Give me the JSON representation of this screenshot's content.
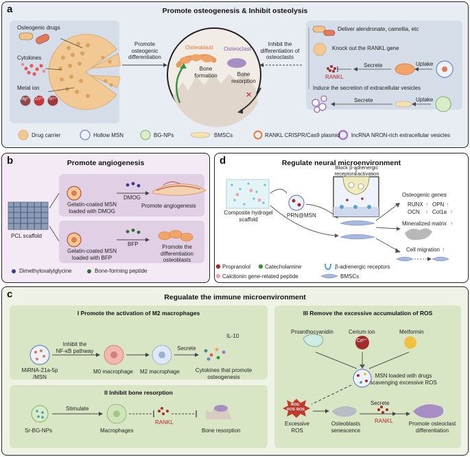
{
  "panel_a": {
    "letter": "a",
    "title": "Promote osteogenesis & Inhibit osteolysis",
    "left_labels": [
      "Osteogenic drugs",
      "Cytokines",
      "Metal ion"
    ],
    "ions": [
      "Mg²⁺",
      "Zn²⁺",
      "Sr²⁺"
    ],
    "arrow_left": "Promote\nosteogenic\ndifferentiation",
    "arrow_right": "Inhibit the\ndifferentiation of\nosteoclasts",
    "osteoblast": "Osteoblast",
    "osteoclast": "Osteoclast",
    "bone_formation": "Bone\nformation",
    "bone_resorption": "Bone\nresorption",
    "right_items": [
      "Deliver alendronate, camellia, etc",
      "Knock out the RANKL gene",
      "Induce the secretion of extracellular vesicles"
    ],
    "secrete": "Secrete",
    "uptake": "Uptake",
    "rankl": "RANKL",
    "legend": [
      "Drug carrier",
      "Hollow MSN",
      "BG-NPs",
      "BMSCs",
      "RANKL CRISPR/Cas9 plasmid",
      "lncRNA NRON-rich extracellular vesicles"
    ]
  },
  "panel_b": {
    "letter": "b",
    "title": "Promote angiogenesis",
    "scaffold": "PCL scaffold",
    "top_carrier": "Gelatin-coated MSN\nloaded with DMOG",
    "top_drug": "DMOG",
    "top_result": "Promote angiogenesis",
    "bottom_carrier": "Gelatin-coated MSN\nloaded with BFP",
    "bottom_drug": "BFP",
    "bottom_result": "Promote the\ndifferentiation\nosteoblasts",
    "legend": [
      "Dimethyloxalylglycine",
      "Bone-forming peptide"
    ]
  },
  "panel_d": {
    "letter": "d",
    "title": "Regulate neural microenvironment",
    "block_label": "Block β-adrenergic\nreceptors activation",
    "hydrogel": "Composite hydrogel\nscaffold",
    "prn": "PRN@MSN",
    "osteogenic_genes": "Osteogenic genes",
    "genes": [
      "RUNX",
      "OPN",
      "OCN",
      "Col1a"
    ],
    "mineralized": "Mineralized matrix",
    "migration": "Cell migration",
    "legend": [
      "Propranolol",
      "Catecholamine",
      "β-adrenergic receptors",
      "Calcitonin gene-related peptide",
      "BMSCs"
    ]
  },
  "panel_c": {
    "letter": "c",
    "title": "Regualate the immune microenvironment",
    "sub1_title": "I Promote the activation of M2 macrophages",
    "mirna": "MiRNA-21a-5p\n/MSN",
    "inhibit_nfkb": "Inhibit the\nNF-κB pathway",
    "m0": "M0 macrophage",
    "m2": "M2 macrophage",
    "secrete": "Secrete",
    "il10": "IL-10",
    "cytokines": "Cytokines that promote\nosteogenesis",
    "sub2_title": "II Inhibit bone resorption",
    "srbg": "Sr-BG-NPs",
    "stimulate": "Stimulate",
    "macrophages": "Macrophages",
    "rankl": "RANKL",
    "bone_resorption": "Bone resorption",
    "sub3_title": "III Remove the excessive accumulation of ROS",
    "proantho": "Proanthocyanidin",
    "cerium": "Cerium ion",
    "ce": "Ce³⁺",
    "metformin": "Metformin",
    "msn_drugs": "MSN loaded with drugs\nscavenging excessive ROS",
    "ros_word": "ROS",
    "excess_ros": "Excessive\nROS",
    "senescence": "Osteoblasts\nsenescence",
    "secrete2": "Secrete",
    "rankl2": "RANKL",
    "osteoclast_diff": "Promote osteoclast\ndifferentiation"
  }
}
